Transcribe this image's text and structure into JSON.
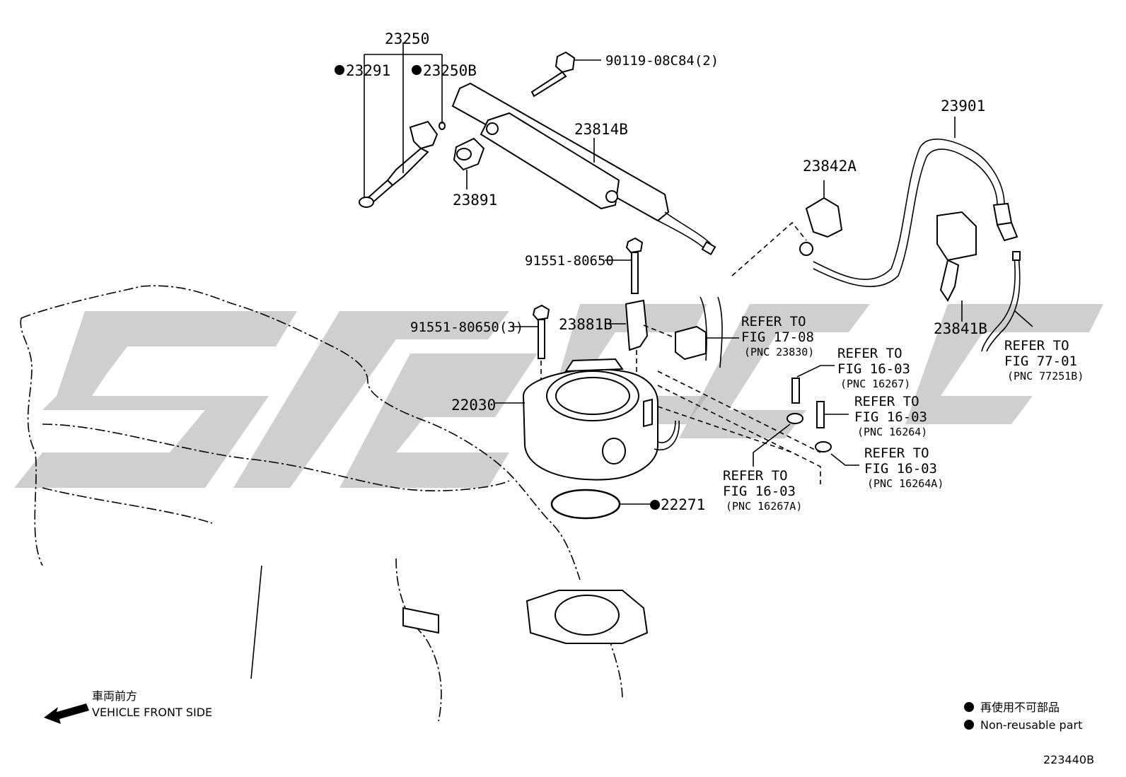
{
  "parts": {
    "p23250": "23250",
    "p23291": "23291",
    "p23250b": "23250B",
    "p23891": "23891",
    "p90119": "90119-08C84(2)",
    "p23814b": "23814B",
    "p23901": "23901",
    "p23842a": "23842A",
    "p23841b": "23841B",
    "p91551a": "91551-80650",
    "p91551b": "91551-80650(3)",
    "p23881b": "23881B",
    "p22030": "22030",
    "p22271": "22271"
  },
  "refs": {
    "r1": {
      "line1": "REFER TO",
      "line2": "FIG 17-08",
      "pnc": "(PNC 23830)"
    },
    "r2": {
      "line1": "REFER TO",
      "line2": "FIG 16-03",
      "pnc": "(PNC 16267)"
    },
    "r3": {
      "line1": "REFER TO",
      "line2": "FIG 16-03",
      "pnc": "(PNC 16264)"
    },
    "r4": {
      "line1": "REFER TO",
      "line2": "FIG 16-03",
      "pnc": "(PNC 16264A)"
    },
    "r5": {
      "line1": "REFER TO",
      "line2": "FIG 16-03",
      "pnc": "(PNC 16267A)"
    },
    "r6": {
      "line1": "REFER TO",
      "line2": "FIG 77-01",
      "pnc": "(PNC 77251B)"
    }
  },
  "direction": {
    "jp": "車両前方",
    "en": "VEHICLE FRONT SIDE"
  },
  "legend": {
    "jp": "再使用不可部品",
    "en": "Non-reusable part"
  },
  "figure_id": "223440B",
  "colors": {
    "line": "#000000",
    "watermark": "#a8a8a8",
    "background": "#ffffff"
  }
}
